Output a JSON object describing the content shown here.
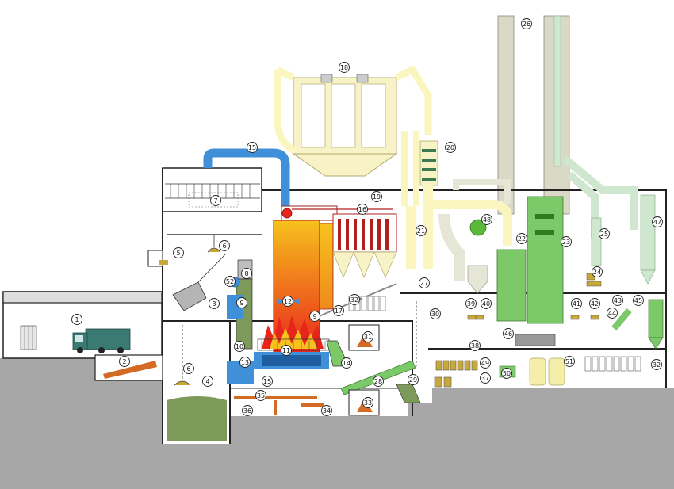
{
  "labels": [
    "1",
    "2",
    "3",
    "4",
    "5",
    "6",
    "6",
    "7",
    "8",
    "9",
    "9",
    "10",
    "11",
    "12",
    "13",
    "14",
    "15",
    "15",
    "16",
    "17",
    "18",
    "19",
    "20",
    "21",
    "22",
    "23",
    "24",
    "25",
    "26",
    "27",
    "28",
    "29",
    "30",
    "31",
    "32",
    "32",
    "33",
    "34",
    "35",
    "36",
    "37",
    "38",
    "39",
    "40",
    "41",
    "42",
    "43",
    "44",
    "45",
    "46",
    "47",
    "48",
    "49",
    "50",
    "51",
    "52"
  ],
  "colors": {
    "ground": "#a7a7a7",
    "pit_waste": "#7d9a5a",
    "stack": "#d9d9c5",
    "filter": "#f7f3c6",
    "flue_duct": "#fbf6c0",
    "scrubber": "#7cc96a",
    "cooling_duct": "#cfe6cf",
    "air_duct": "#3f8fd9",
    "flame_hot": "#e8251b",
    "flame_warm": "#f7c21d",
    "boiler_tube": "#b21f1f",
    "conveyor": "#d46b25"
  }
}
